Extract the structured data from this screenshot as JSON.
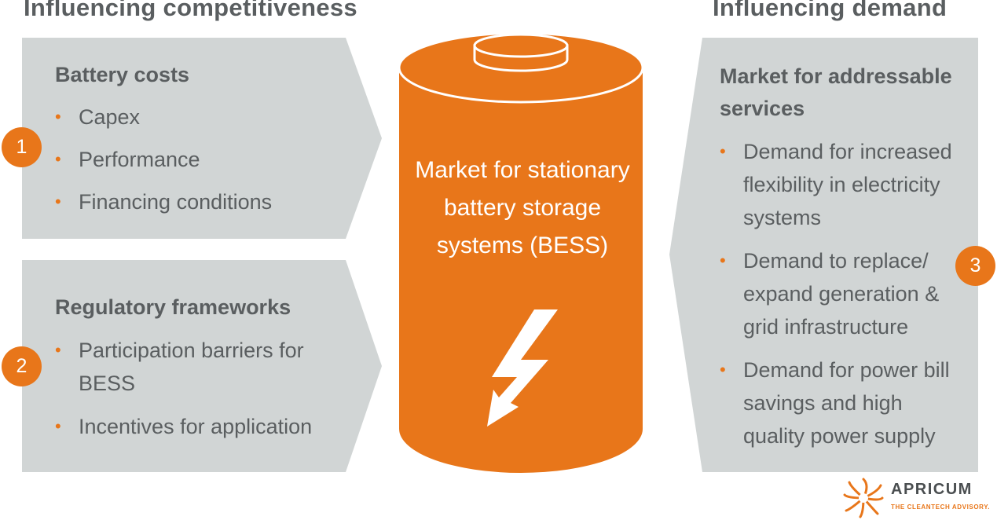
{
  "headings": {
    "left": "Influencing competitiveness",
    "right": "Influencing demand"
  },
  "panels": {
    "battery_costs": {
      "badge": "1",
      "title": "Battery costs",
      "items": [
        "Capex",
        "Performance",
        "Financing conditions"
      ]
    },
    "regulatory": {
      "badge": "2",
      "title": "Regulatory frameworks",
      "items": [
        "Participation barriers for BESS",
        "Incentives for application"
      ]
    },
    "market_services": {
      "badge": "3",
      "title": "Market for addressable services",
      "items": [
        "Demand for increased flexibility in electricity systems",
        "Demand to replace/ expand generation & grid infrastructure",
        "Demand for power bill savings and high quality power supply"
      ]
    }
  },
  "battery": {
    "label": "Market for stationary battery storage systems (BESS)",
    "icon": "lightning-bolt-icon",
    "color": "#e8761a"
  },
  "logo": {
    "name": "APRICUM",
    "tagline": "THE CLEANTECH ADVISORY."
  },
  "colors": {
    "accent": "#e8761a",
    "panel": "#d1d5d5",
    "text": "#5a5e60"
  }
}
